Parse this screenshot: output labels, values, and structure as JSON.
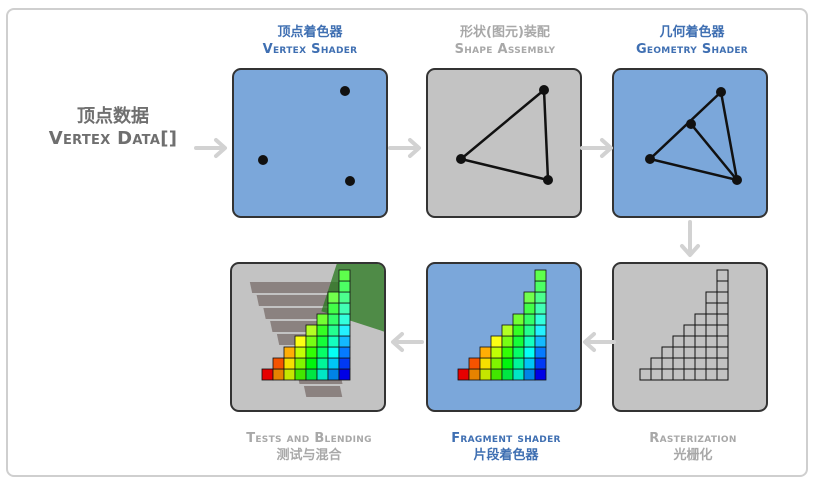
{
  "input": {
    "cn": "顶点数据",
    "en": "Vertex Data[]"
  },
  "stages": {
    "vertex_shader": {
      "cn": "顶点着色器",
      "en": "Vertex Shader"
    },
    "shape_assembly": {
      "cn": "形状(图元)装配",
      "en": "Shape Assembly"
    },
    "geometry_shader": {
      "cn": "几何着色器",
      "en": "Geometry Shader"
    },
    "rasterization": {
      "en": "Rasterization",
      "cn": "光栅化"
    },
    "fragment_shader": {
      "en": "Fragment shader",
      "cn": "片段着色器"
    },
    "tests_blending": {
      "en": "Tests and Blending",
      "cn": "测试与混合"
    }
  },
  "colors": {
    "shader_box": "#7ba7da",
    "fixed_box": "#c3c3c3",
    "shader_label": "#3f6fb2",
    "fixed_label": "#a8a8a8",
    "arrow": "#d2d2d2"
  }
}
